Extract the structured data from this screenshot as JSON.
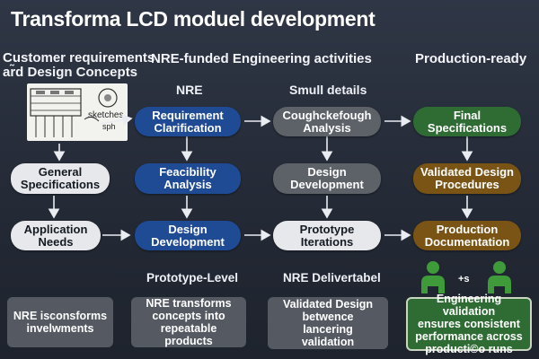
{
  "title": "Transforma LCD moduel development",
  "columns": {
    "left": {
      "heading_line1": "Customer requirements",
      "heading_line2": "ar̃d Design Concepts"
    },
    "nre": {
      "heading": "NRE-funded Engineering activities",
      "sub": "NRE"
    },
    "small": {
      "sub": "Smull details"
    },
    "prod": {
      "heading": "Production-ready"
    }
  },
  "sketch": {
    "label": "sketches",
    "label2": "sph"
  },
  "nodes": {
    "general_specs": {
      "line1": "General",
      "line2": "Specifications"
    },
    "application_needs": {
      "line1": "Application",
      "line2": "Needs"
    },
    "requirement_clarification": {
      "line1": "Requirement",
      "line2": "Clarification"
    },
    "feasibility_analysis": {
      "line1": "Feacibility",
      "line2": "Analysis"
    },
    "design_development_blue": {
      "line1": "Design",
      "line2": "Development"
    },
    "cough_analysis": {
      "line1": "Coughckefough",
      "line2": "Analysis"
    },
    "design_development_gray": {
      "line1": "Design",
      "line2": "Development"
    },
    "prototype_iterations": {
      "line1": "Prototype Iterations"
    },
    "final_specs": {
      "line1": "Final",
      "line2": "Specifications"
    },
    "validated_design": {
      "line1": "Validated Design",
      "line2": "Procedures"
    },
    "production_documentation": {
      "line1": "Production",
      "line2": "Documentation"
    }
  },
  "section_labels": {
    "prototype_level": "Prototype-Level",
    "nre_deliverable": "NRE Delivertabel"
  },
  "bottom_boxes": {
    "box1": {
      "line1": "NRE isconsforms",
      "line2": "invelwments"
    },
    "box2": {
      "line1": "NRE transforms",
      "line2": "concepts into",
      "line3": "repeatable products"
    },
    "box3": {
      "line1": "Validated Design",
      "line2": "betwence",
      "line3": "lancering",
      "line4": "validation"
    },
    "box4": {
      "line1": "Engineering validation",
      "line2": "ensures consistent",
      "line3": "performance across",
      "line4": "producti©o runs"
    }
  },
  "people": {
    "plus_label": "+s"
  },
  "colors": {
    "background": "#2a303c",
    "blue": "#1f4b95",
    "dark_gray": "#5d6168",
    "light_gray": "#e6e8ec",
    "green": "#2f6c34",
    "brown": "#7a5414",
    "person_green": "#3f9a3a"
  }
}
